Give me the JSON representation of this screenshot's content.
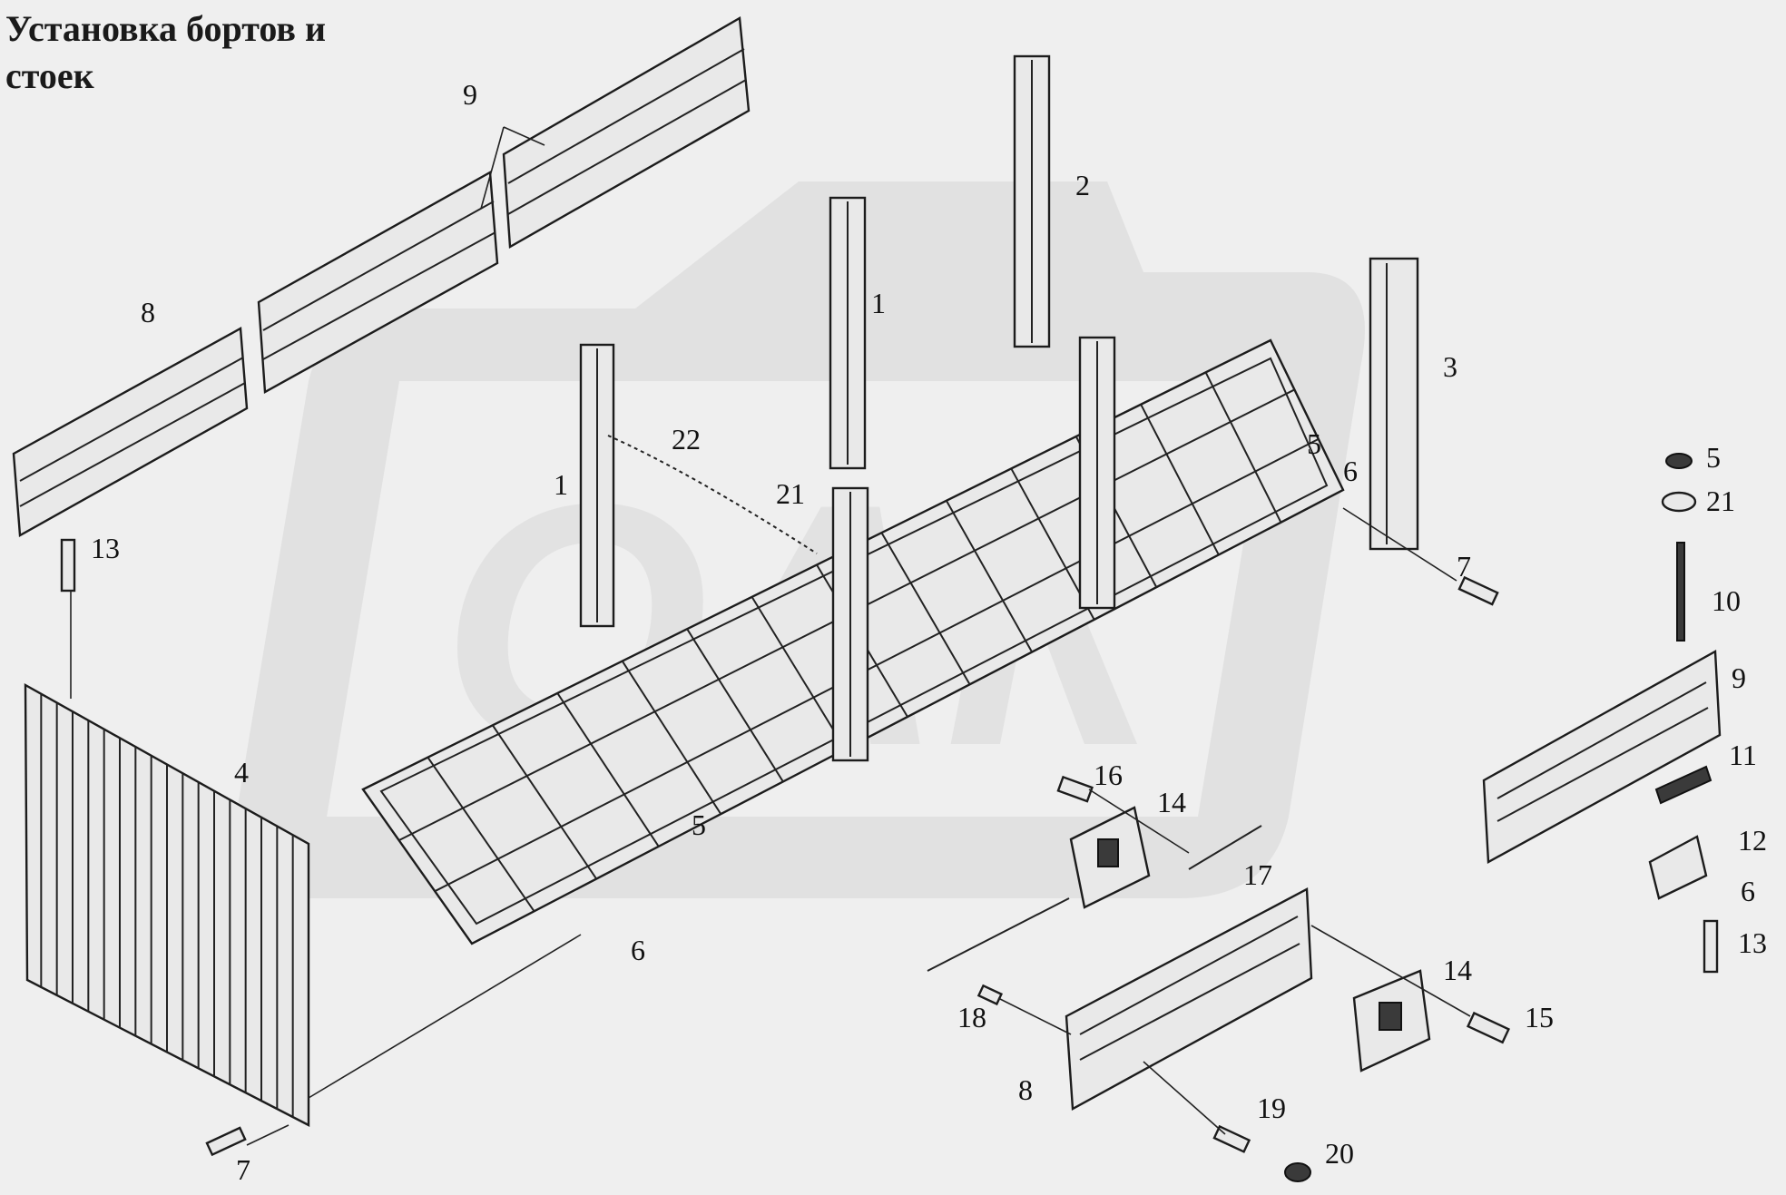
{
  "title": "Установка бортов и стоек",
  "watermark": "ОАК",
  "labels": [
    {
      "text": "1"
    },
    {
      "text": "2"
    },
    {
      "text": "1"
    },
    {
      "text": "3"
    },
    {
      "text": "22"
    },
    {
      "text": "21"
    },
    {
      "text": "5"
    },
    {
      "text": "6"
    },
    {
      "text": "7"
    },
    {
      "text": "9"
    },
    {
      "text": "8"
    },
    {
      "text": "13"
    },
    {
      "text": "4"
    },
    {
      "text": "5"
    },
    {
      "text": "6"
    },
    {
      "text": "7"
    },
    {
      "text": "5"
    },
    {
      "text": "21"
    },
    {
      "text": "10"
    },
    {
      "text": "9"
    },
    {
      "text": "11"
    },
    {
      "text": "12"
    },
    {
      "text": "6"
    },
    {
      "text": "13"
    },
    {
      "text": "16"
    },
    {
      "text": "14"
    },
    {
      "text": "17"
    },
    {
      "text": "14"
    },
    {
      "text": "15"
    },
    {
      "text": "18"
    },
    {
      "text": "8"
    },
    {
      "text": "19"
    },
    {
      "text": "20"
    }
  ]
}
